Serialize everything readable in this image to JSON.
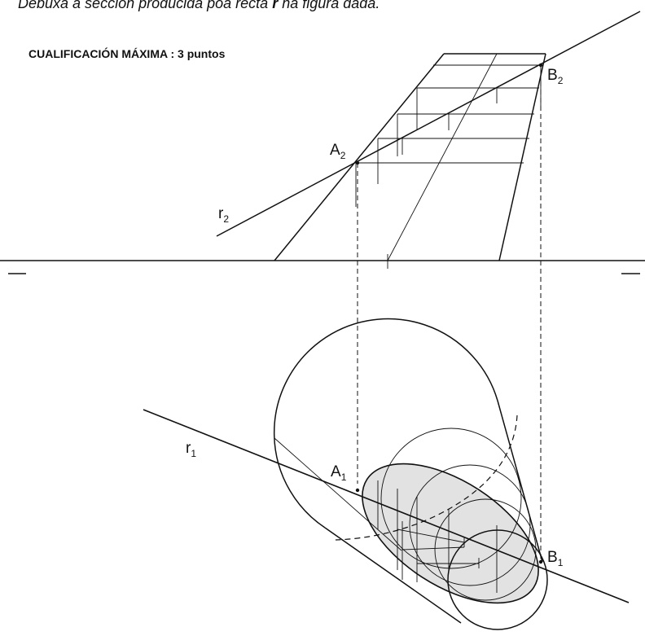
{
  "header": {
    "instruction_text": "Debuxa a sección producida poa recta ",
    "instruction_var": "r",
    "instruction_tail": " na figura dada.",
    "grading": "CUALIFICACIÓN MÁXIMA : 3 puntos"
  },
  "labels": {
    "a2": {
      "letter": "A",
      "sub": "2"
    },
    "b2": {
      "letter": "B",
      "sub": "2"
    },
    "r2": {
      "letter": "r",
      "sub": "2"
    },
    "a1": {
      "letter": "A",
      "sub": "1"
    },
    "b1": {
      "letter": "B",
      "sub": "1"
    },
    "r1": {
      "letter": "r",
      "sub": "1"
    }
  },
  "colors": {
    "ink": "#111111",
    "section_fill": "#e2e2e2"
  }
}
